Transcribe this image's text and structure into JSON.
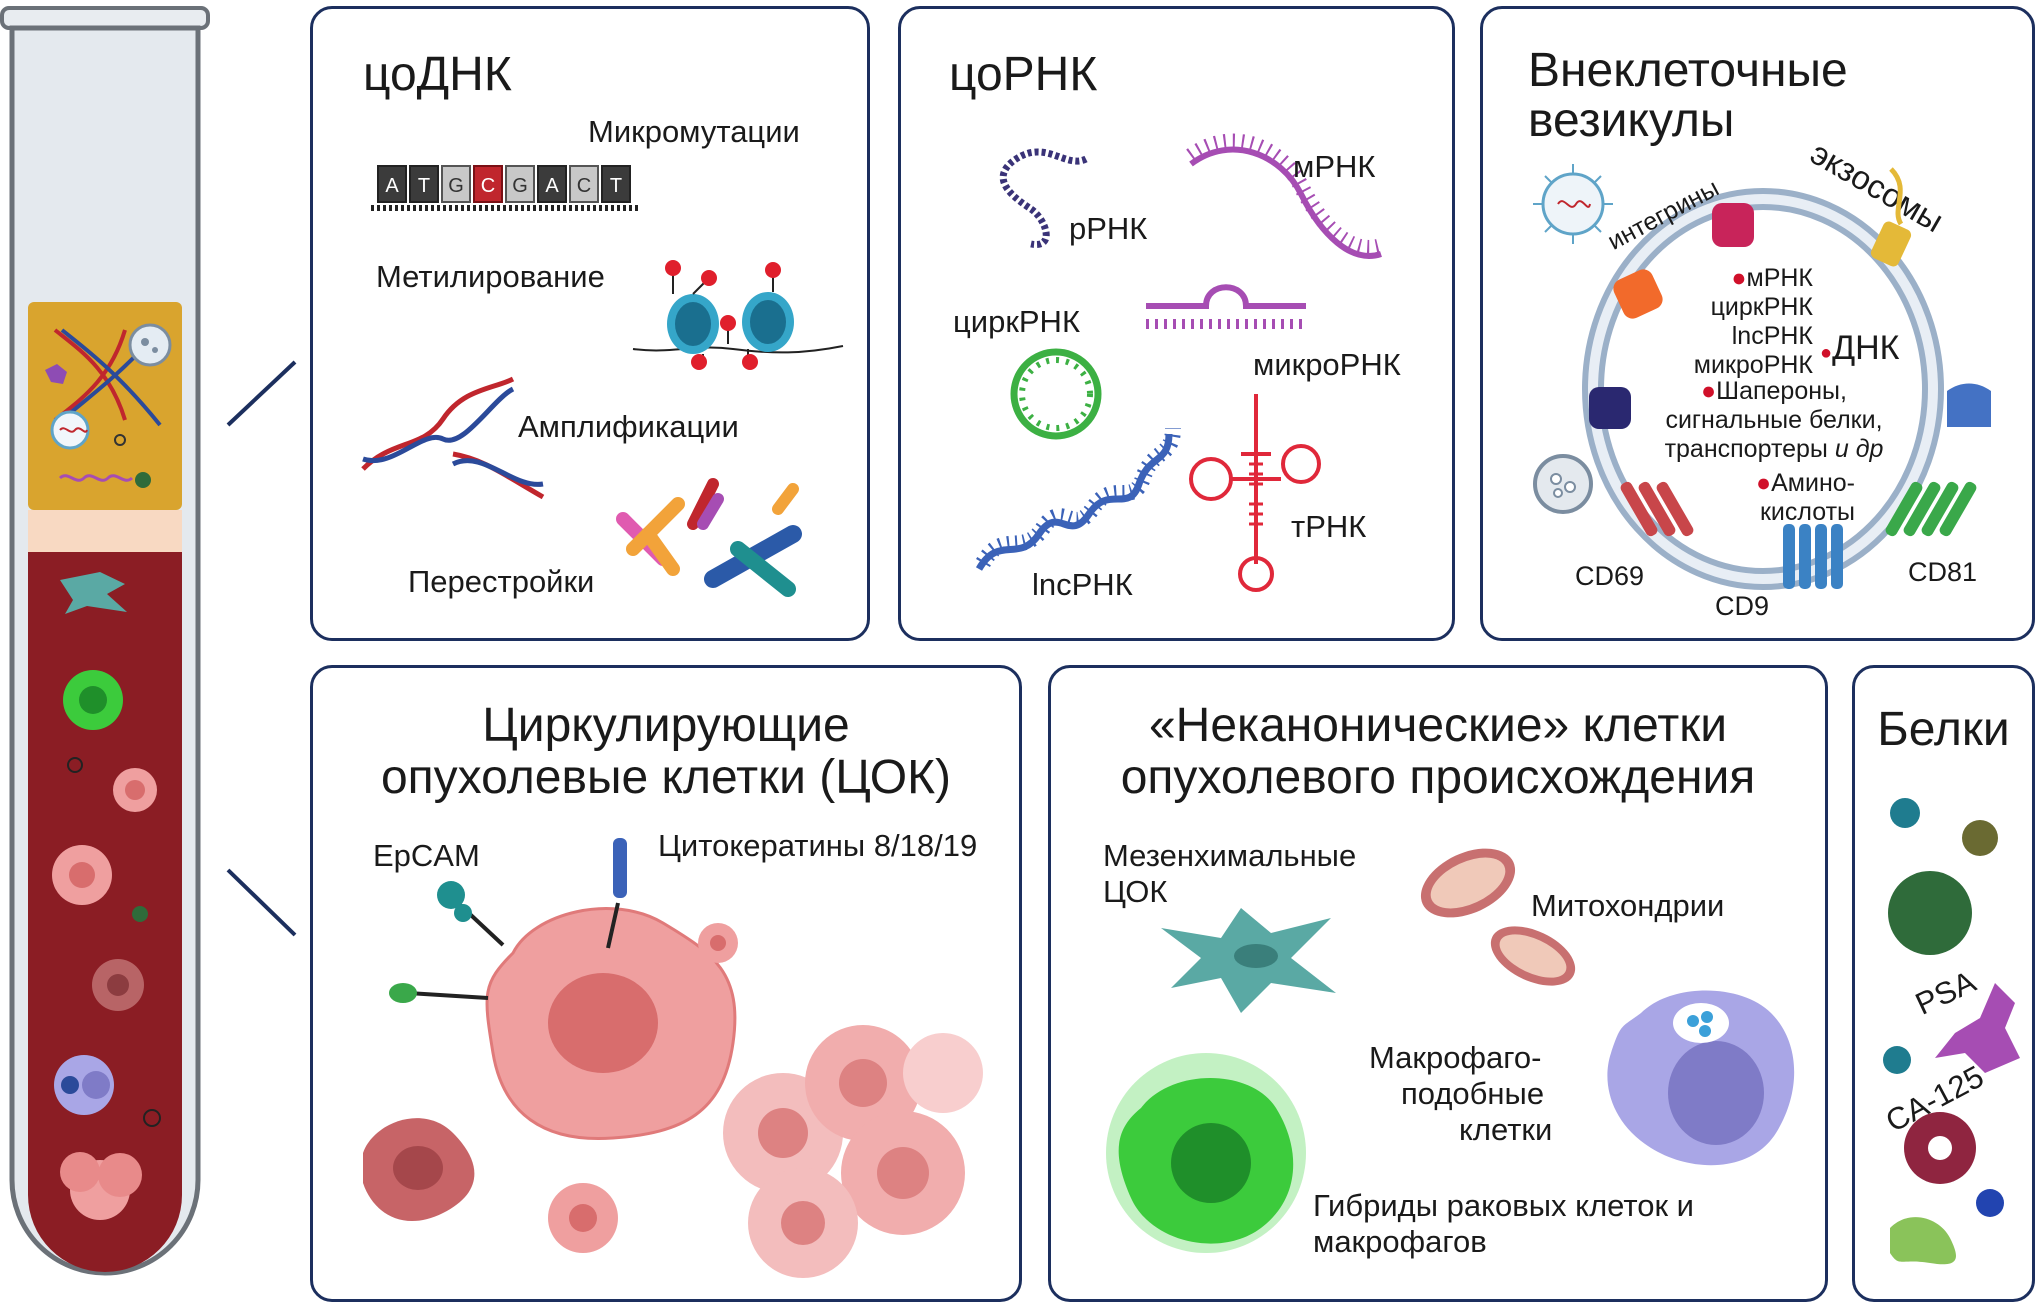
{
  "cfdna": {
    "title": "цоДНК",
    "micromutations": "Микромутации",
    "bases": [
      "A",
      "T",
      "G",
      "C",
      "G",
      "A",
      "C",
      "T"
    ],
    "methylation": "Метилирование",
    "amplifications": "Амплификации",
    "rearrangements": "Перестройки"
  },
  "cfrna": {
    "title": "цоРНК",
    "rrna": "рРНК",
    "mrna": "мРНК",
    "circrna": "циркРНК",
    "mirna": "микроРНК",
    "lncrna": "lncРНК",
    "trna": "тРНК"
  },
  "ev": {
    "title_line1": "Внеклеточные",
    "title_line2": "везикулы",
    "exosomes": "экзосомы",
    "integrins": "интегрины",
    "cargo": [
      "мРНК",
      "циркРНК",
      "lncРНК",
      "микроРНК"
    ],
    "dna": "ДНК",
    "proteins_line1": "Шапероны,",
    "proteins_line2": "сигнальные белки,",
    "proteins_line3": "транспортеры",
    "proteins_line3_italic": "и др",
    "amino_line1": "Амино-",
    "amino_line2": "кислоты",
    "cd69": "CD69",
    "cd9": "CD9",
    "cd81": "CD81"
  },
  "ctc": {
    "title_line1": "Циркулирующие",
    "title_line2": "опухолевые клетки (ЦОК)",
    "epcam": "EpCAM",
    "cytokeratins": "Цитокератины 8/18/19"
  },
  "noncanonical": {
    "title_line1": "«Неканонические» клетки",
    "title_line2": "опухолевого происхождения",
    "mesenchymal_line1": "Мезенхимальные",
    "mesenchymal_line2": "ЦОК",
    "mitochondria": "Митохондрии",
    "macro_line1": "Макрофаго-",
    "macro_line2": "подобные",
    "macro_line3": "клетки",
    "hybrid_line1": "Гибриды раковых клеток и",
    "hybrid_line2": "макрофагов"
  },
  "proteins": {
    "title": "Белки",
    "psa": "PSA",
    "ca125": "CA-125"
  },
  "colors": {
    "panel_border": "#1c2f5e",
    "blood": "#8b1d24",
    "plasma": "#d9a42e",
    "dna_red": "#c0262d",
    "dna_blue": "#2b4a9a",
    "rna_purple": "#a64db3",
    "ctc_pink": "#e88a8a",
    "hybrid_green": "#3ccb3c"
  }
}
